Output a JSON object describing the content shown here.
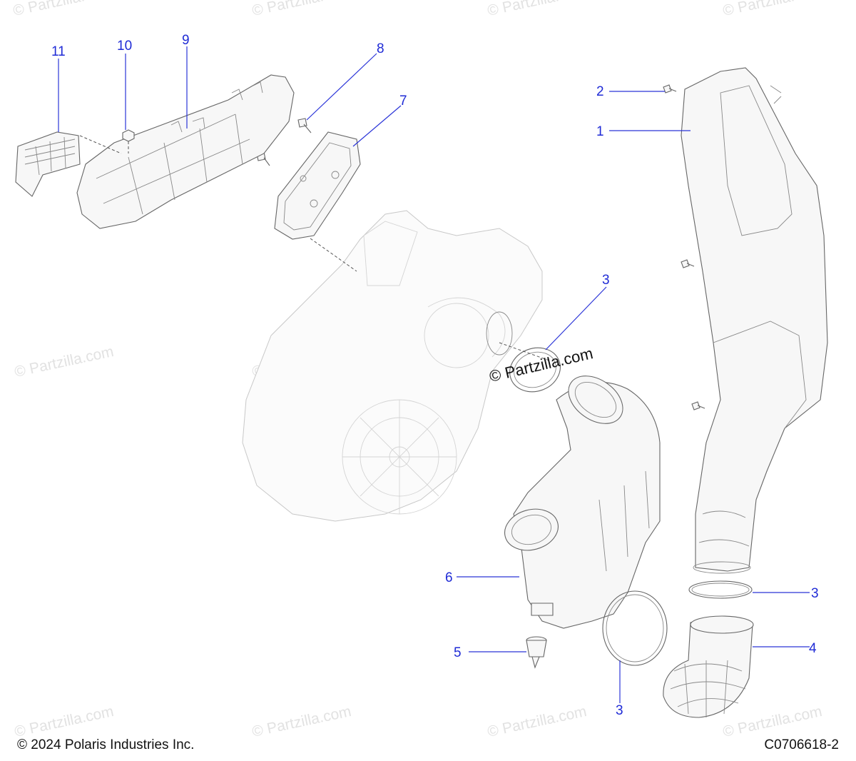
{
  "watermark": "© Partzilla.com",
  "callouts": [
    "11",
    "10",
    "9",
    "8",
    "7",
    "2",
    "1",
    "3",
    "3",
    "3",
    "3",
    "4",
    "5",
    "6"
  ],
  "footer": {
    "copyright": "© 2024 Polaris Industries Inc.",
    "diagram_code": "C0706618-2"
  }
}
